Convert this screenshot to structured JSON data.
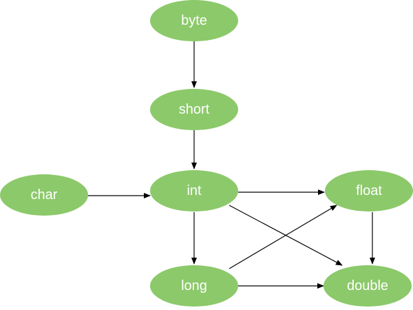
{
  "diagram": {
    "node_color": "#8cc96a",
    "edge_color": "#000000",
    "label_color": "#ffffff",
    "nodes": {
      "byte": "byte",
      "short": "short",
      "char": "char",
      "int": "int",
      "float": "float",
      "long": "long",
      "double": "double"
    },
    "edges": [
      {
        "from": "byte",
        "to": "short"
      },
      {
        "from": "short",
        "to": "int"
      },
      {
        "from": "char",
        "to": "int"
      },
      {
        "from": "int",
        "to": "float"
      },
      {
        "from": "int",
        "to": "long"
      },
      {
        "from": "int",
        "to": "double"
      },
      {
        "from": "long",
        "to": "float"
      },
      {
        "from": "long",
        "to": "double"
      },
      {
        "from": "float",
        "to": "double"
      }
    ]
  }
}
